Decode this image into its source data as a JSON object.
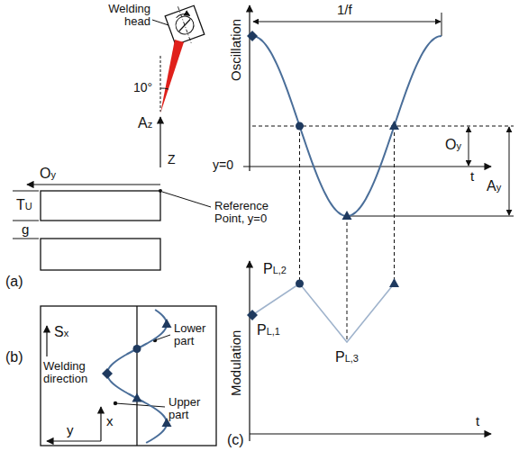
{
  "diagram": {
    "labels": [
      "Welding head",
      "10°",
      "Az",
      "Oy",
      "Z",
      "Reference Point, y=0",
      "TU",
      "g",
      "(a)",
      "Sx",
      "Welding direction",
      "x",
      "y",
      "Lower part",
      "Upper part",
      "(b)",
      "Oscillation",
      "1/f",
      "Oy",
      "Ay",
      "y=0",
      "t",
      "Modulation",
      "PL,2",
      "PL,1",
      "PL,3",
      "t",
      "(c)"
    ]
  }
}
